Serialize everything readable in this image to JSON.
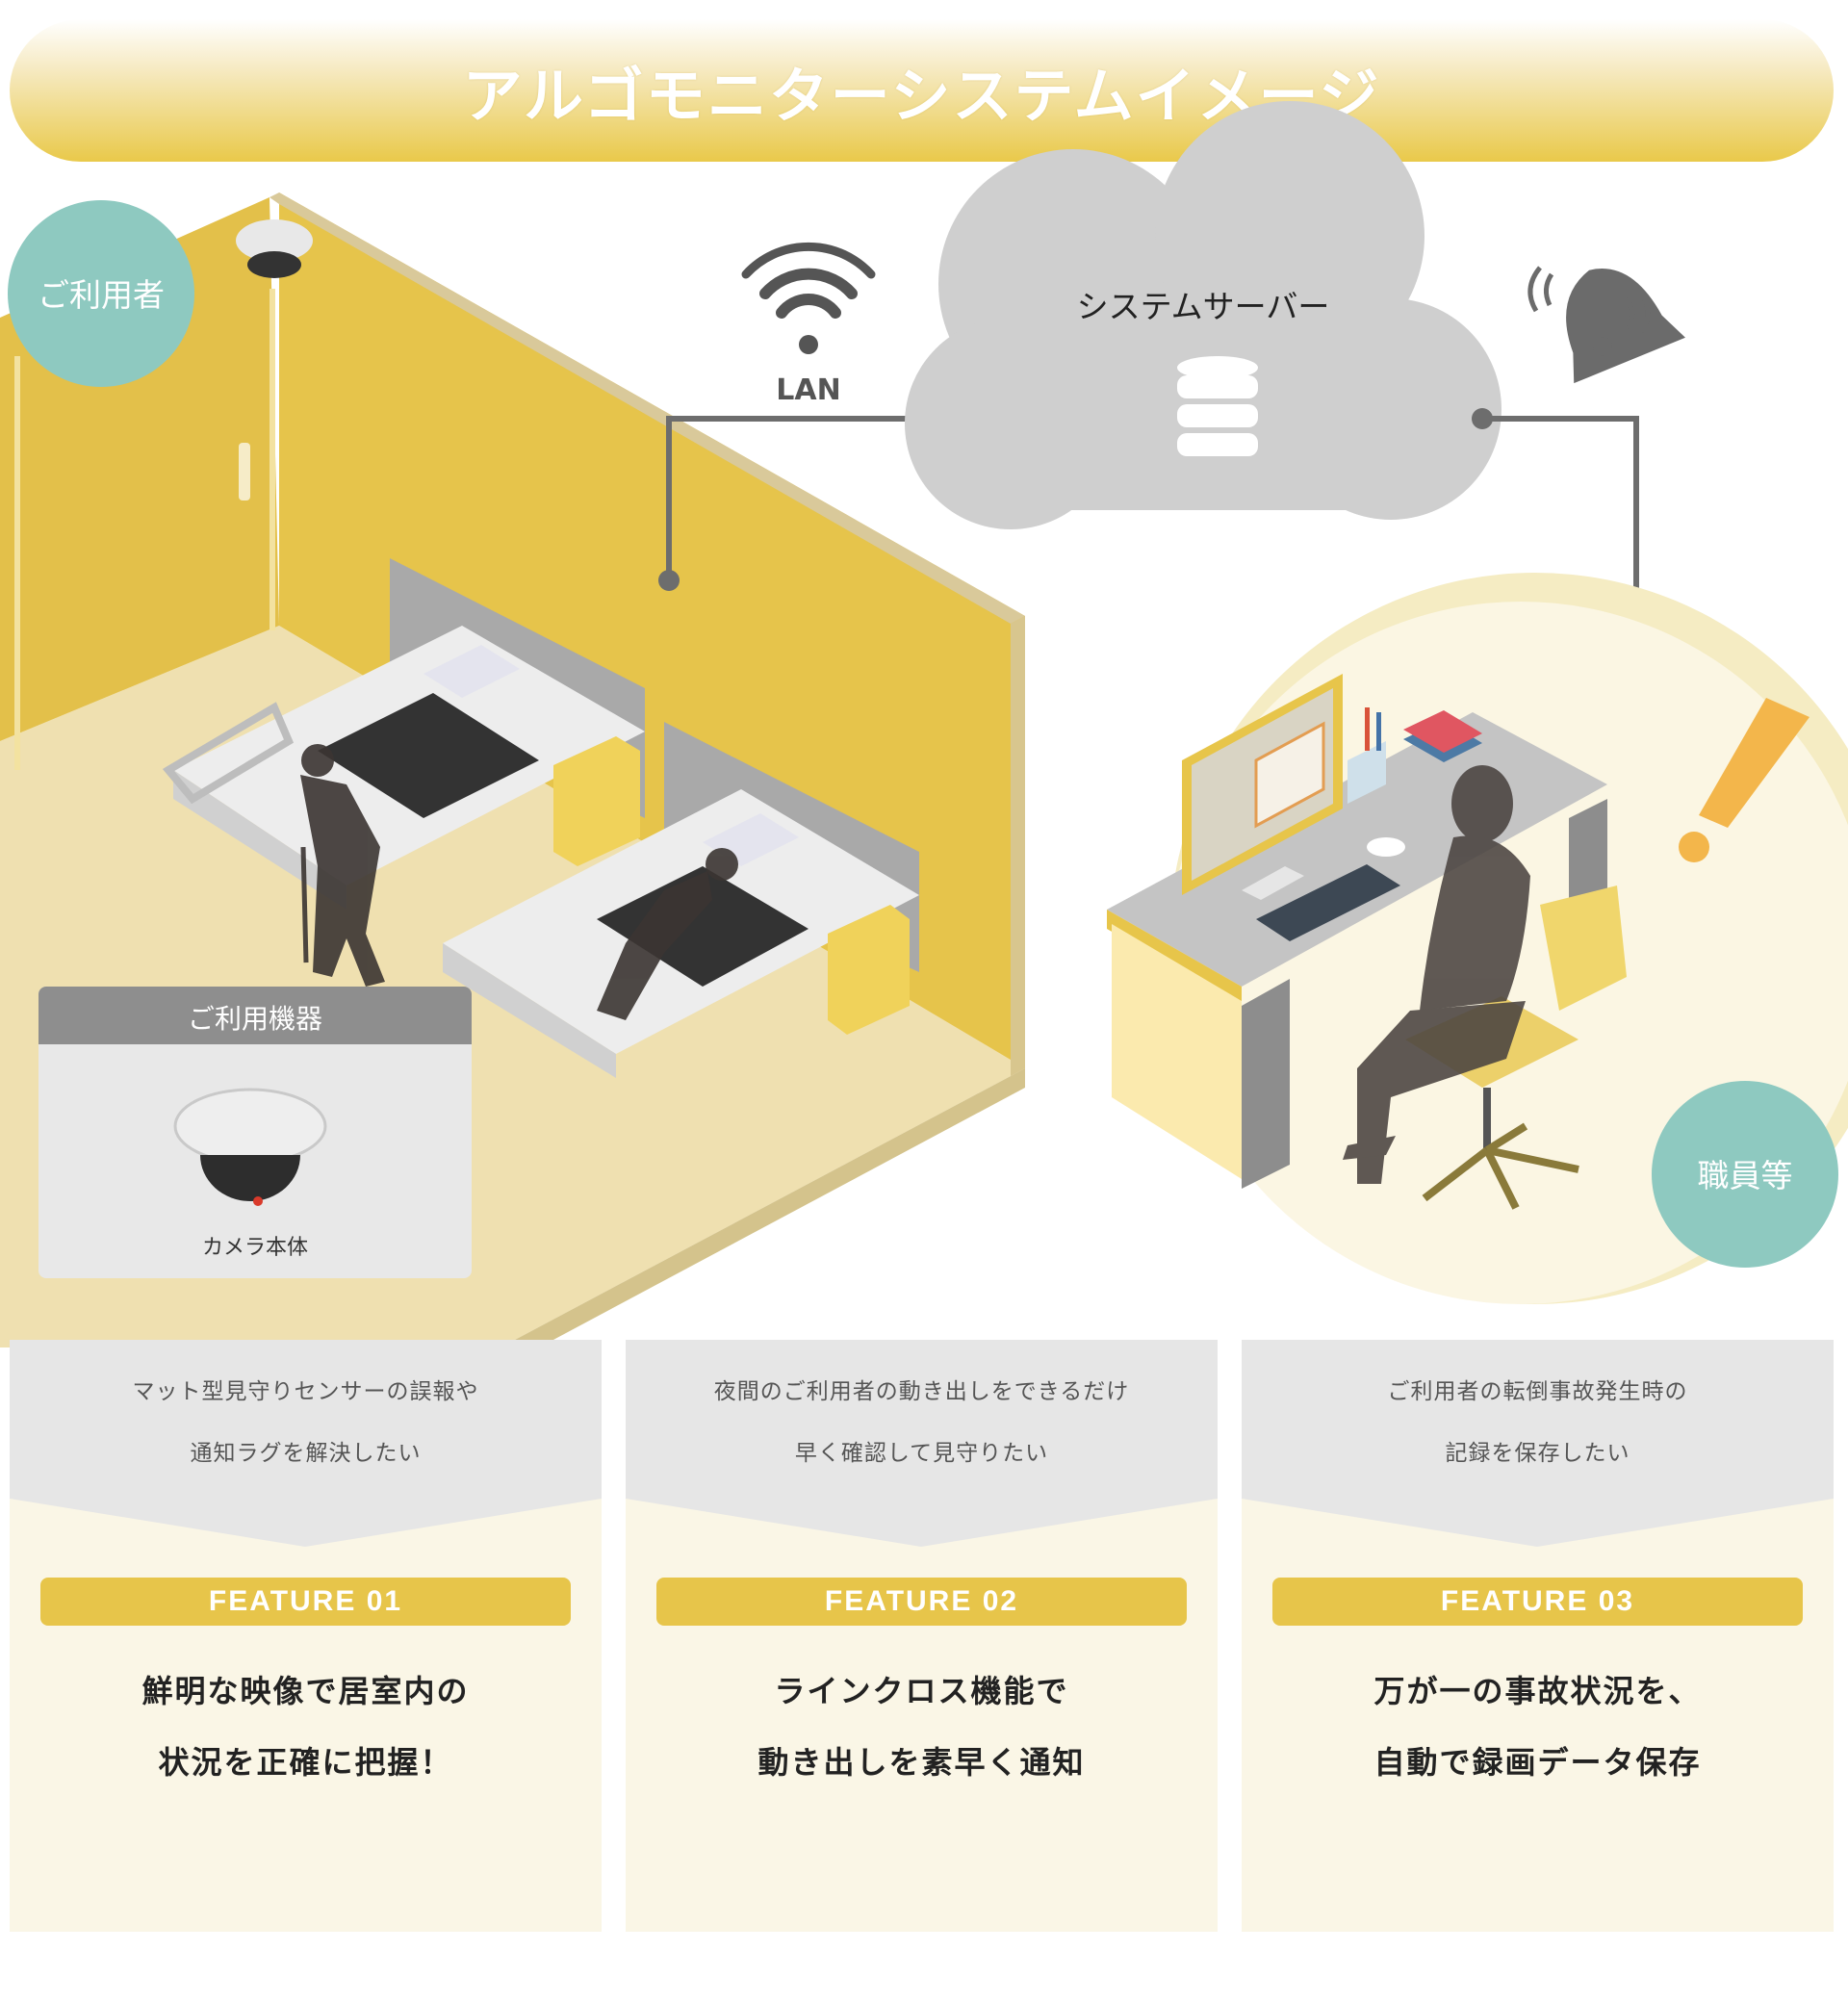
{
  "title": "アルゴモニターシステムイメージ",
  "labels": {
    "user": "ご利用者",
    "staff": "職員等",
    "lan": "LAN",
    "server": "システムサーバー",
    "device_header": "ご利用機器",
    "device_name": "カメラ本体"
  },
  "features": [
    {
      "need": [
        "マット型見守りセンサーの誤報や",
        "通知ラグを解決したい"
      ],
      "tag": "FEATURE  01",
      "desc": [
        "鮮明な映像で居室内の",
        "状況を正確に把握！"
      ]
    },
    {
      "need": [
        "夜間のご利用者の動き出しをできるだけ",
        "早く確認して見守りたい"
      ],
      "tag": "FEATURE  02",
      "desc": [
        "ラインクロス機能で",
        "動き出しを素早く通知"
      ]
    },
    {
      "need": [
        "ご利用者の転倒事故発生時の",
        "記録を保存したい"
      ],
      "tag": "FEATURE  03",
      "desc": [
        "万が一の事故状況を、",
        "自動で録画データ保存"
      ]
    }
  ],
  "colors": {
    "wall": "#e6c44b",
    "floor": "#efe0b0",
    "teal": "#8ec9c0",
    "cloud": "#cfcfcf",
    "accent": "#e7c54a",
    "alert": "#f3b64b"
  },
  "icons": [
    "wifi-icon",
    "database-icon",
    "bell-icon",
    "exclamation-icon",
    "camera-icon"
  ]
}
